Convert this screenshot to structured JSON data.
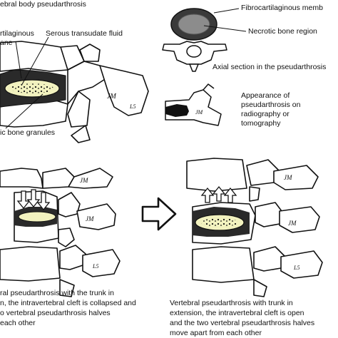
{
  "labels": {
    "top_title": "ebral body pseudarthrosis",
    "cartilaginous_line1": "rtilaginous",
    "cartilaginous_line2": "ane",
    "serous_line1": "Serous transudate fluid",
    "bone_granules": "ic bone granules",
    "fibrocartilaginous": "Fibrocartilaginous memb",
    "necrotic": "Necrotic bone region",
    "axial": "Axial section in the pseudarthrosis",
    "appearance_line1": "Appearance of",
    "appearance_line2": "pseudarthrosis on",
    "appearance_line3": "radiography or",
    "appearance_line4": "tomography"
  },
  "vertebra_marks": {
    "top": "JM",
    "mid": "JM",
    "bottom": "L5"
  },
  "captions": {
    "left_line1": "ral pseudarthrosis with the trunk in",
    "left_line2": "n, the intravertebral cleft is collapsed and",
    "left_line3": "o vertebral pseudarthrosis halves",
    "left_line4": "each other",
    "right_line1": "Vertebral pseudarthrosis with trunk in",
    "right_line2": "extension, the intravertebral cleft is open",
    "right_line3": "and the two vertebral pseudarthrosis halves",
    "right_line4": "move apart from each other"
  },
  "colors": {
    "cleft_fill": "#f2f2bf",
    "ink": "#111111",
    "necrotic_gray": "#8c8c8c",
    "ring_dark": "#333333"
  }
}
